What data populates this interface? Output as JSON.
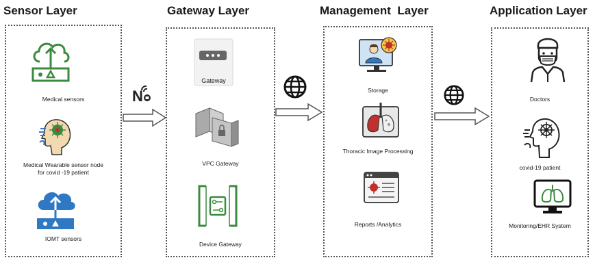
{
  "layers": {
    "sensor": {
      "title": "Sensor Layer",
      "items": [
        "Medical sensors",
        "Medical Wearable sensor node",
        "for covid -19 patient",
        "IOMT sensors"
      ]
    },
    "gateway": {
      "title": "Gateway Layer",
      "device_label": "Gateway",
      "items": [
        "VPC Gateway",
        "Device Gateway"
      ]
    },
    "management": {
      "title": "Management  Layer",
      "items": [
        "Storage",
        "Thoracic Image Processing",
        "Reports /Analytics"
      ]
    },
    "application": {
      "title": "Application Layer",
      "items": [
        "Doctors",
        "covid-19 patient",
        "Monitoring/EHR System"
      ]
    }
  },
  "icons": {
    "medical_sensors": "cloud-upload-icon",
    "wearable": "head-virus-icon",
    "iomt": "cloud-network-icon",
    "gateway": "gateway-device-icon",
    "vpc": "vpc-gateway-icon",
    "device_gateway": "device-gateway-icon",
    "storage": "monitor-doctor-icon",
    "thoracic": "lungs-icon",
    "reports": "report-window-icon",
    "doctors": "doctor-icon",
    "patient": "patient-head-icon",
    "monitoring": "monitor-lungs-icon",
    "link1": "wireless-icon",
    "link2": "globe-icon",
    "link3": "globe-icon"
  },
  "colors": {
    "green": "#3b8a3e",
    "blue": "#2f78c4",
    "red": "#c2302e",
    "dark": "#222222"
  }
}
